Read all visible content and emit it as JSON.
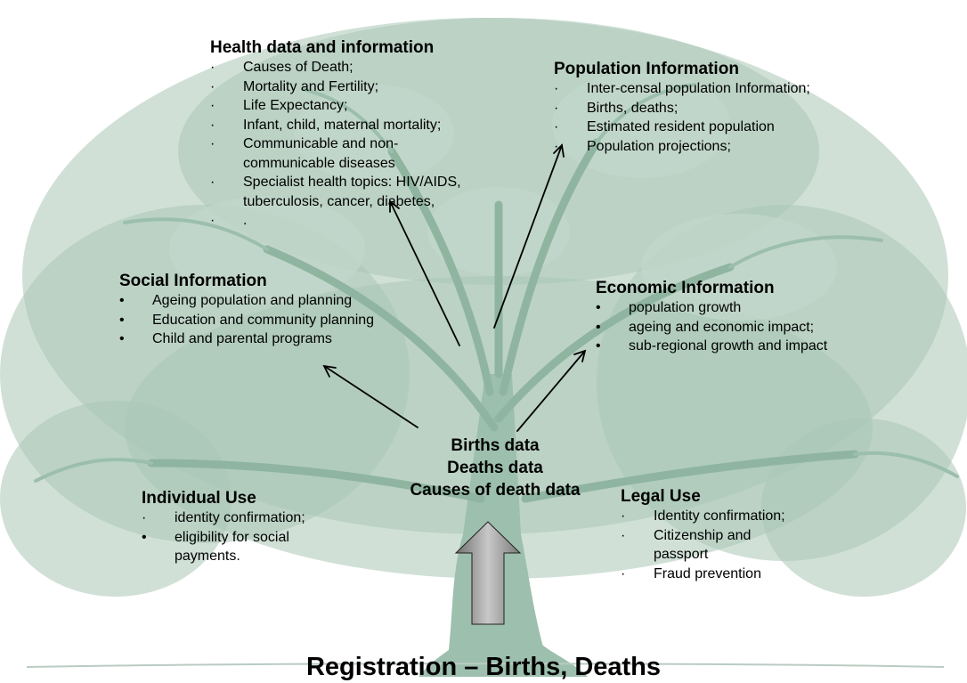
{
  "center": {
    "lines": [
      "Births data",
      "Deaths data",
      "Causes of death data"
    ]
  },
  "bottom_title": "Registration – Births, Deaths",
  "health": {
    "title": "Health data and information",
    "items": [
      {
        "bullet": "·",
        "text": "Causes of Death;"
      },
      {
        "bullet": "·",
        "text": "Mortality and Fertility;"
      },
      {
        "bullet": "·",
        "text": "Life Expectancy;"
      },
      {
        "bullet": "·",
        "text": "Infant, child, maternal mortality;"
      },
      {
        "bullet": "·",
        "text": "Communicable and non-"
      },
      {
        "bullet": "",
        "text": "communicable diseases"
      },
      {
        "bullet": "·",
        "text": "Specialist health topics: HIV/AIDS,"
      },
      {
        "bullet": "",
        "text": "tuberculosis, cancer, diabetes,"
      },
      {
        "bullet": "·",
        "text": "."
      }
    ]
  },
  "population": {
    "title": "Population Information",
    "items": [
      {
        "bullet": "·",
        "text": "Inter-censal population Information;"
      },
      {
        "bullet": "·",
        "text": "Births, deaths;"
      },
      {
        "bullet": "·",
        "text": "Estimated resident population"
      },
      {
        "bullet": "·",
        "text": "Population projections;"
      }
    ]
  },
  "social": {
    "title": "Social Information",
    "items": [
      {
        "bullet": "•",
        "text": "Ageing population and planning"
      },
      {
        "bullet": "•",
        "text": "Education and community planning"
      },
      {
        "bullet": "•",
        "text": "Child and parental programs"
      }
    ]
  },
  "economic": {
    "title": "Economic Information",
    "items": [
      {
        "bullet": "•",
        "text": "population growth"
      },
      {
        "bullet": "•",
        "text": "ageing and economic impact;"
      },
      {
        "bullet": "•",
        "text": "sub-regional growth and impact"
      }
    ]
  },
  "individual": {
    "title": "Individual Use",
    "items": [
      {
        "bullet": "·",
        "text": "identity confirmation;"
      },
      {
        "bullet": "•",
        "text": "eligibility for social"
      },
      {
        "bullet": "",
        "text": "payments."
      }
    ]
  },
  "legal": {
    "title": "Legal Use",
    "items": [
      {
        "bullet": "·",
        "text": "Identity confirmation;"
      },
      {
        "bullet": "·",
        "text": "Citizenship and"
      },
      {
        "bullet": "",
        "text": "passport"
      },
      {
        "bullet": "·",
        "text": "Fraud prevention"
      }
    ]
  },
  "colors": {
    "tree": "#a9c6b7",
    "tree_dark": "#7fa896",
    "arrow_fill": "#9a9a9a",
    "text": "#000000"
  }
}
